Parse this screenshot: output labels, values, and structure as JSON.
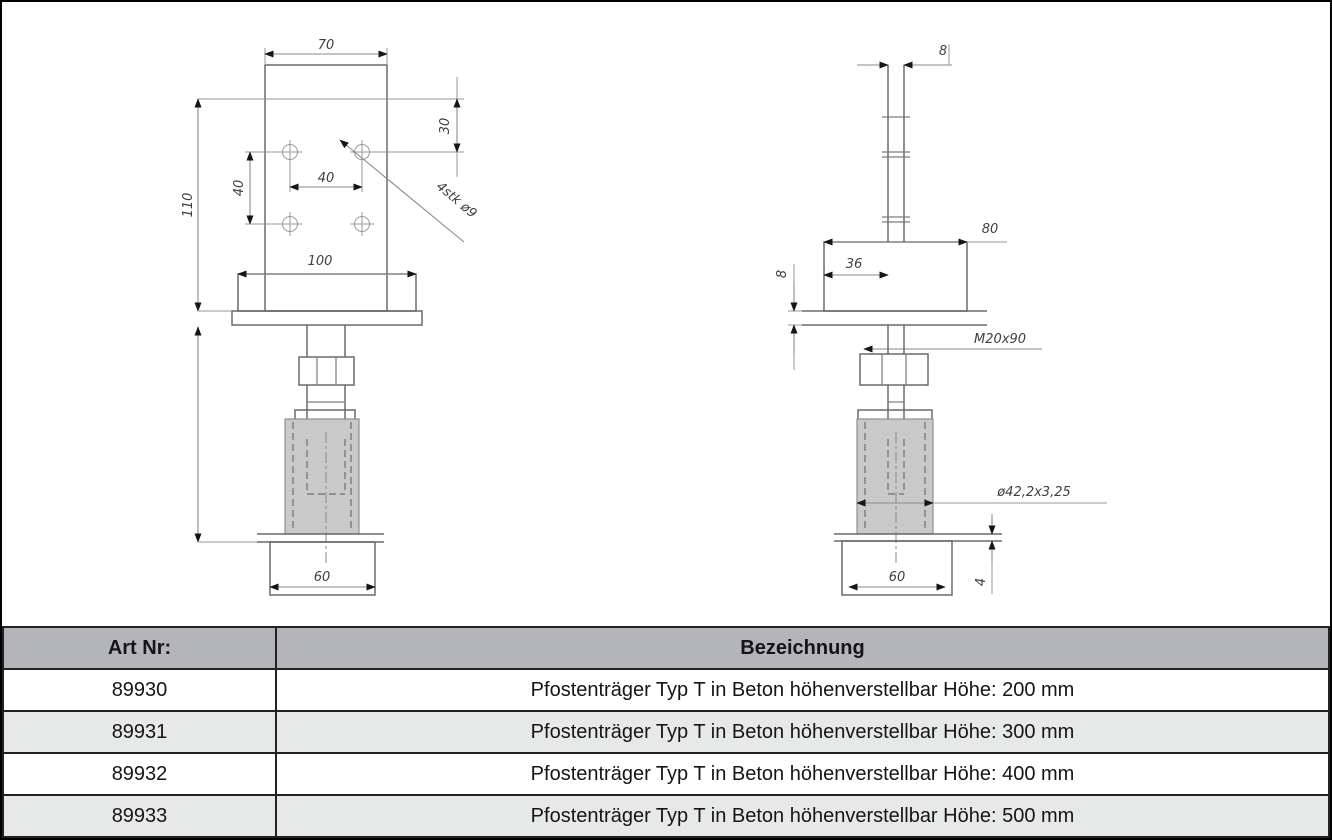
{
  "table": {
    "headers": {
      "art": "Art Nr:",
      "desc": "Bezeichnung"
    },
    "rows": [
      {
        "art": "89930",
        "desc": "Pfostenträger Typ T in Beton höhenverstellbar Höhe: 200 mm"
      },
      {
        "art": "89931",
        "desc": "Pfostenträger Typ T in Beton höhenverstellbar Höhe: 300 mm"
      },
      {
        "art": "89932",
        "desc": "Pfostenträger Typ T in Beton höhenverstellbar Höhe: 400 mm"
      },
      {
        "art": "89933",
        "desc": "Pfostenträger Typ T in Beton höhenverstellbar Höhe: 500 mm"
      }
    ]
  },
  "drawing": {
    "front_view": {
      "plate_width": "70",
      "hole_offset_top": "30",
      "holes_note": "4stk ø9",
      "hole_spacing_h": "40",
      "hole_spacing_v": "40",
      "plate_height": "110",
      "collar_width": "100",
      "cup_width": "60"
    },
    "side_view": {
      "fin_thickness": "8",
      "collar_depth": "80",
      "fin_offset": "36",
      "plate_thickness": "8",
      "thread_spec": "M20x90",
      "tube_spec": "ø42,2x3,25",
      "cup_width": "60",
      "cup_plate_thickness": "4"
    },
    "colors": {
      "edge": "#6a6a6a",
      "dimension": "#8a8a8a",
      "tube_fill": "#c9c9c9",
      "table_header_bg": "#b3b5b8",
      "table_alt_row_bg": "#e7e8e8"
    }
  }
}
